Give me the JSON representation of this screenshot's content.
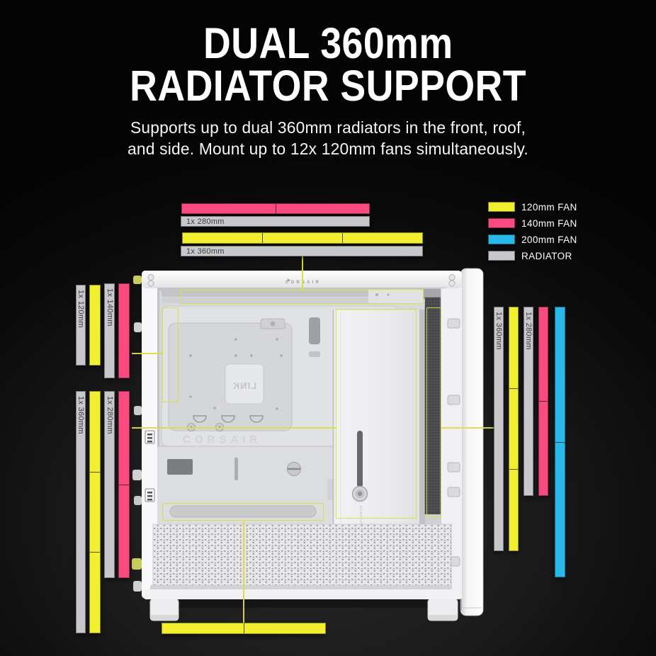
{
  "header": {
    "title_line1": "DUAL 360mm",
    "title_line2": "RADIATOR SUPPORT",
    "subtitle_line1": "Supports up to dual 360mm radiators in the front, roof,",
    "subtitle_line2": "and side. Mount up to 12x 120mm fans simultaneously."
  },
  "legend": {
    "items": [
      {
        "label": "120mm FAN",
        "color": "#f2ee30"
      },
      {
        "label": "140mm FAN",
        "color": "#fb4a80"
      },
      {
        "label": "200mm FAN",
        "color": "#29b8ea"
      },
      {
        "label": "RADIATOR",
        "color": "#c7c8cb"
      }
    ]
  },
  "labels": {
    "roof_radiator_280": "1x 280mm",
    "roof_radiator_360": "1x 360mm",
    "front_upper_120": "1x 120mm",
    "front_upper_140": "1x 140mm",
    "front_lower_360": "1x 360mm",
    "front_lower_280": "1x 280mm",
    "side_360": "1x 360mm",
    "side_280": "1x 280mm"
  },
  "case_text": {
    "top_brand": "CORSAIR",
    "cpu_plate": "LINK",
    "tray_watermark": "CORSAIR",
    "panel_vertical": "CORSAIR"
  },
  "mounts": {
    "roof": {
      "fan_140_count": 2,
      "fan_120_count": 3,
      "radiators": [
        "1x 280mm",
        "1x 360mm"
      ]
    },
    "front_upper": {
      "fan_120_count": 1,
      "fan_140_count": 1,
      "radiators": [
        "1x 120mm",
        "1x 140mm"
      ]
    },
    "front_lower": {
      "fan_120_count": 3,
      "fan_140_count": 2,
      "radiators": [
        "1x 360mm",
        "1x 280mm"
      ]
    },
    "side": {
      "fan_120_count": 3,
      "fan_140_count": 2,
      "fan_200_count": 2,
      "radiators": [
        "1x 360mm",
        "1x 280mm"
      ]
    },
    "bottom": {
      "fan_120_count": 2
    }
  },
  "colors": {
    "fan_120": "#f2ee30",
    "fan_140": "#fb4a80",
    "fan_200": "#29b8ea",
    "radiator": "#c7c8cb",
    "annotation": "#d9dd40",
    "background": "#0a0a0a"
  }
}
